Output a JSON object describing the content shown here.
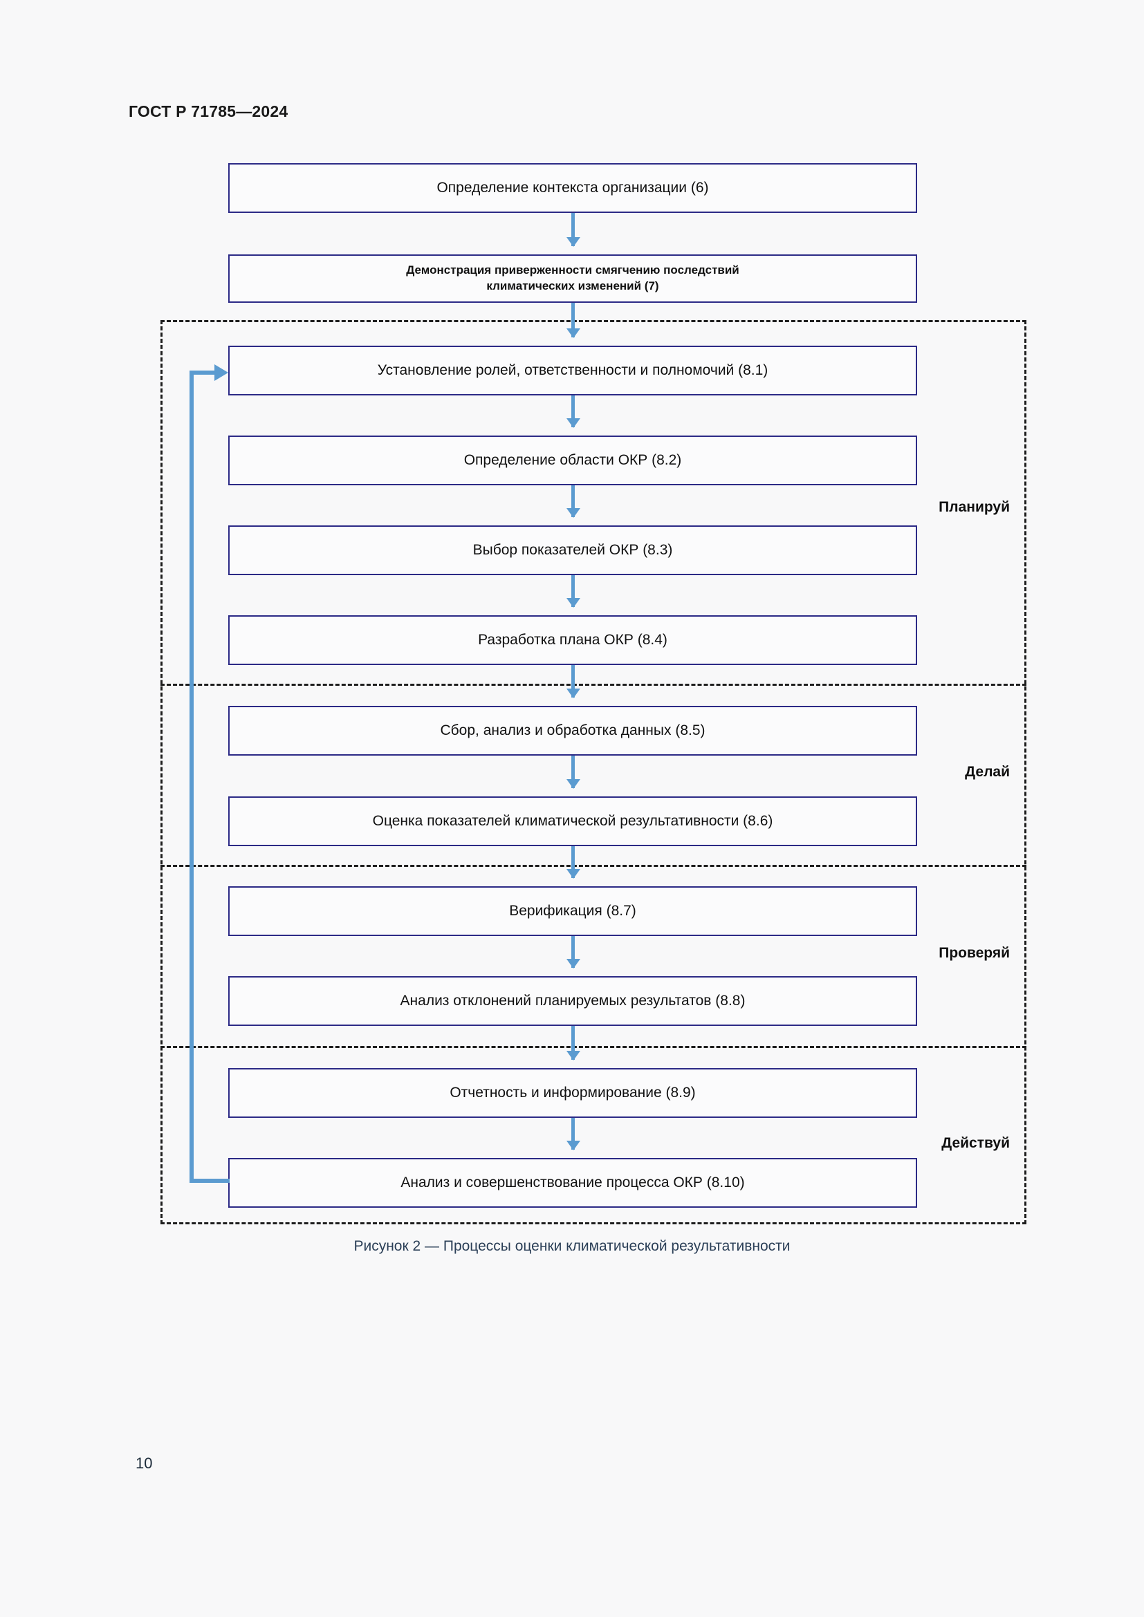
{
  "document": {
    "header": "ГОСТ Р 71785—2024",
    "page_number": "10"
  },
  "figure": {
    "caption": "Рисунок 2 — Процессы оценки климатической результативности"
  },
  "chart_data": {
    "type": "flowchart",
    "title": "Рисунок 2 — Процессы оценки климатической результативности",
    "orientation": "top-to-bottom",
    "nodes": [
      {
        "id": "n1",
        "label": "Определение контекста организации (6)",
        "clause": "6",
        "phase": null
      },
      {
        "id": "n2",
        "label": "Демонстрация приверженности смягчению последствий\nклиматических изменений (7)",
        "clause": "7",
        "phase": null
      },
      {
        "id": "n3",
        "label": "Установление ролей, ответственности и полномочий (8.1)",
        "clause": "8.1",
        "phase": "Планируй"
      },
      {
        "id": "n4",
        "label": "Определение области ОКР (8.2)",
        "clause": "8.2",
        "phase": "Планируй"
      },
      {
        "id": "n5",
        "label": "Выбор показателей ОКР (8.3)",
        "clause": "8.3",
        "phase": "Планируй"
      },
      {
        "id": "n6",
        "label": "Разработка плана ОКР (8.4)",
        "clause": "8.4",
        "phase": "Планируй"
      },
      {
        "id": "n7",
        "label": "Сбор, анализ и обработка данных (8.5)",
        "clause": "8.5",
        "phase": "Делай"
      },
      {
        "id": "n8",
        "label": "Оценка показателей климатической результативности (8.6)",
        "clause": "8.6",
        "phase": "Делай"
      },
      {
        "id": "n9",
        "label": "Верификация (8.7)",
        "clause": "8.7",
        "phase": "Проверяй"
      },
      {
        "id": "n10",
        "label": "Анализ отклонений планируемых результатов (8.8)",
        "clause": "8.8",
        "phase": "Проверяй"
      },
      {
        "id": "n11",
        "label": "Отчетность и информирование (8.9)",
        "clause": "8.9",
        "phase": "Действуй"
      },
      {
        "id": "n12",
        "label": "Анализ и совершенствование процесса ОКР (8.10)",
        "clause": "8.10",
        "phase": "Действуй"
      }
    ],
    "phases": [
      {
        "id": "plan",
        "label": "Планируй"
      },
      {
        "id": "do",
        "label": "Делай"
      },
      {
        "id": "check",
        "label": "Проверяй"
      },
      {
        "id": "act",
        "label": "Действуй"
      }
    ],
    "edges": [
      {
        "from": "n1",
        "to": "n2",
        "kind": "arrow"
      },
      {
        "from": "n2",
        "to": "n3",
        "kind": "arrow"
      },
      {
        "from": "n3",
        "to": "n4",
        "kind": "arrow"
      },
      {
        "from": "n4",
        "to": "n5",
        "kind": "arrow"
      },
      {
        "from": "n5",
        "to": "n6",
        "kind": "arrow"
      },
      {
        "from": "n6",
        "to": "n7",
        "kind": "arrow"
      },
      {
        "from": "n7",
        "to": "n8",
        "kind": "arrow"
      },
      {
        "from": "n8",
        "to": "n9",
        "kind": "arrow"
      },
      {
        "from": "n9",
        "to": "n10",
        "kind": "arrow"
      },
      {
        "from": "n10",
        "to": "n11",
        "kind": "arrow"
      },
      {
        "from": "n11",
        "to": "n12",
        "kind": "arrow"
      },
      {
        "from": "n12",
        "to": "n3",
        "kind": "feedback-arrow"
      }
    ],
    "colors": {
      "box_border": "#2c2a86",
      "arrow": "#5b9bd0",
      "container_dashed": "#1d1d1d",
      "caption_text": "#2b3f57",
      "page_background": "#f8f8f9"
    }
  }
}
